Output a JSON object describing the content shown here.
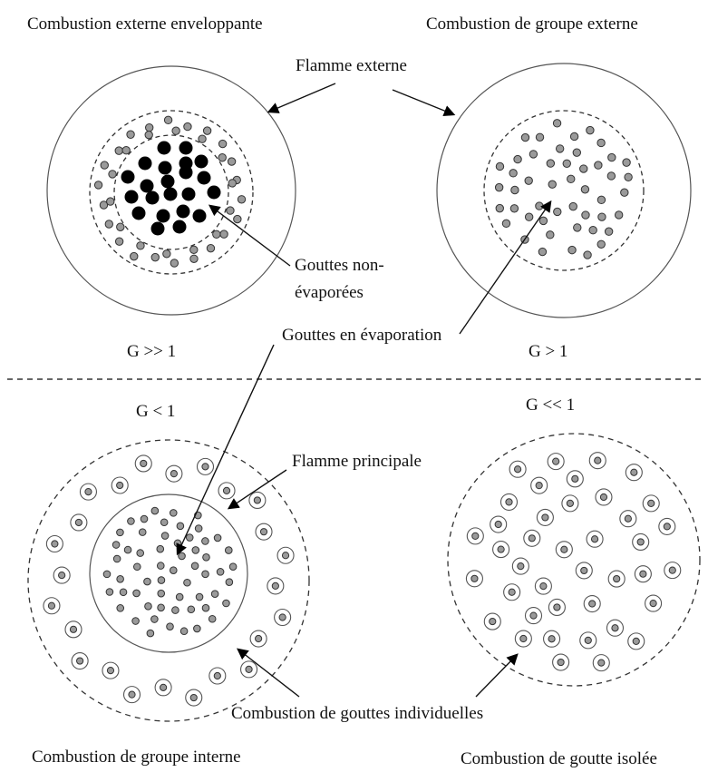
{
  "titles": {
    "top_left": "Combustion externe enveloppante",
    "top_right": "Combustion de groupe externe",
    "bottom_left": "Combustion de groupe interne",
    "bottom_right": "Combustion de goutte isolée"
  },
  "labels": {
    "flamme_externe": "Flamme externe",
    "gouttes_non": "Gouttes non-",
    "evaporees": "évaporées",
    "gouttes_evaporation": "Gouttes en évaporation",
    "flamme_principale": "Flamme principale",
    "combustion_individuelles": "Combustion de gouttes individuelles"
  },
  "regimes": {
    "g_much_greater": "G >> 1",
    "g_greater": "G > 1",
    "g_less": "G < 1",
    "g_much_less": "G << 1"
  },
  "colors": {
    "stroke": "#333333",
    "drop_fill": "#9a9a9a",
    "solid_drop": "#000000",
    "text": "#111111"
  }
}
